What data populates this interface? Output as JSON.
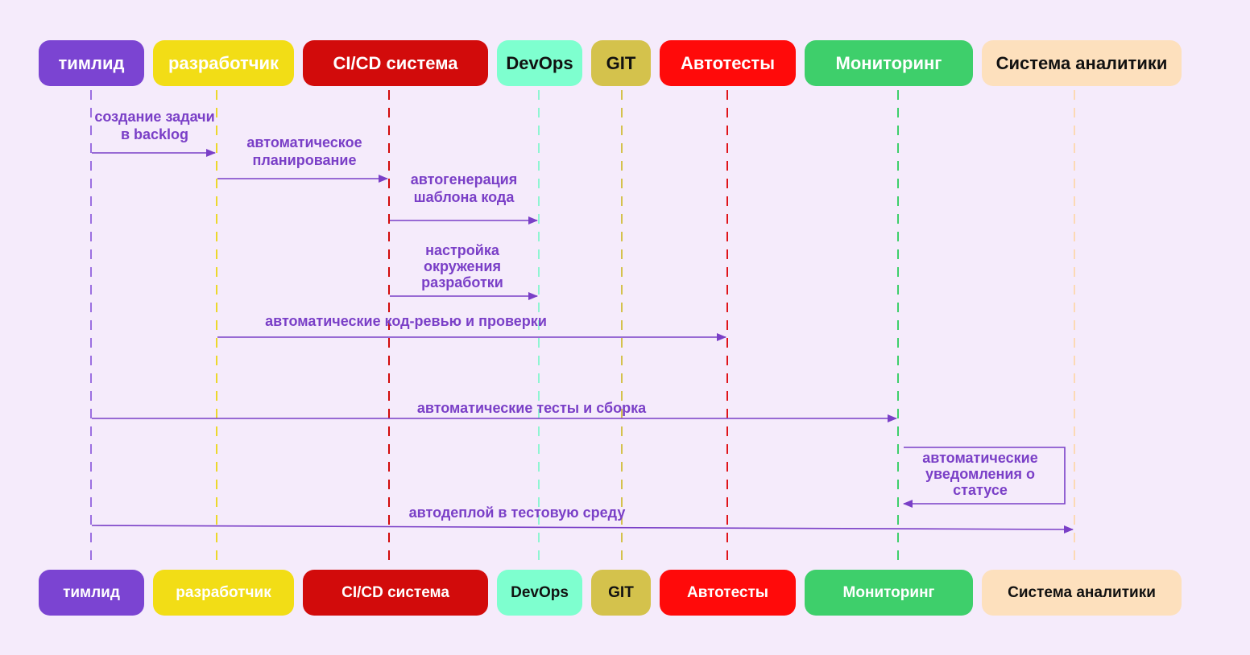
{
  "colors": {
    "background": "#f5ebfb",
    "arrow": "#7a3fc7"
  },
  "actors": [
    {
      "id": "teamlead",
      "label": "тимлид",
      "fill": "#7b44d2",
      "text_color": "#ffffff",
      "line_color": "#9b6fe0"
    },
    {
      "id": "developer",
      "label": "разработчик",
      "fill": "#f2dd16",
      "text_color": "#ffffff",
      "line_color": "#ecd82b"
    },
    {
      "id": "cicd",
      "label": "CI/CD система",
      "fill": "#d20b0b",
      "text_color": "#ffffff",
      "line_color": "#d20b0b"
    },
    {
      "id": "devops",
      "label": "DevOps",
      "fill": "#7effcf",
      "text_color": "#111111",
      "line_color": "#8ff5d2"
    },
    {
      "id": "git",
      "label": "GIT",
      "fill": "#d4c24c",
      "text_color": "#111111",
      "line_color": "#d4c24c"
    },
    {
      "id": "autotests",
      "label": "Автотесты",
      "fill": "#ff0a0a",
      "text_color": "#ffffff",
      "line_color": "#e0141a"
    },
    {
      "id": "monitoring",
      "label": "Мониторинг",
      "fill": "#3ecf6b",
      "text_color": "#ffffff",
      "line_color": "#3ecf6b"
    },
    {
      "id": "analytics",
      "label": "Система аналитики",
      "fill": "#fde0bd",
      "text_color": "#111111",
      "line_color": "#fcd9b4"
    }
  ],
  "messages": [
    {
      "id": "create-task",
      "from": "teamlead",
      "to": "developer",
      "lines": [
        "создание задачи",
        "в backlog"
      ]
    },
    {
      "id": "auto-planning",
      "from": "developer",
      "to": "cicd",
      "lines": [
        "автоматическое",
        "планирование"
      ]
    },
    {
      "id": "codegen",
      "from": "cicd",
      "to": "devops",
      "lines": [
        "автогенерация",
        "шаблона кода"
      ]
    },
    {
      "id": "env-setup",
      "from": "cicd",
      "to": "devops",
      "lines": [
        "настройка",
        "окружения",
        "разработки"
      ]
    },
    {
      "id": "code-review",
      "from": "developer",
      "to": "autotests",
      "lines": [
        "автоматические код-ревью и проверки"
      ]
    },
    {
      "id": "tests-build",
      "from": "teamlead",
      "to": "monitoring",
      "lines": [
        "автоматические тесты и сборка"
      ]
    },
    {
      "id": "status-notify",
      "from": "monitoring",
      "to": "monitoring",
      "lines": [
        "автоматические",
        "уведомления о",
        "статусе"
      ]
    },
    {
      "id": "deploy-test",
      "from": "teamlead",
      "to": "analytics",
      "lines": [
        "автодеплой в тестовую среду"
      ]
    }
  ]
}
